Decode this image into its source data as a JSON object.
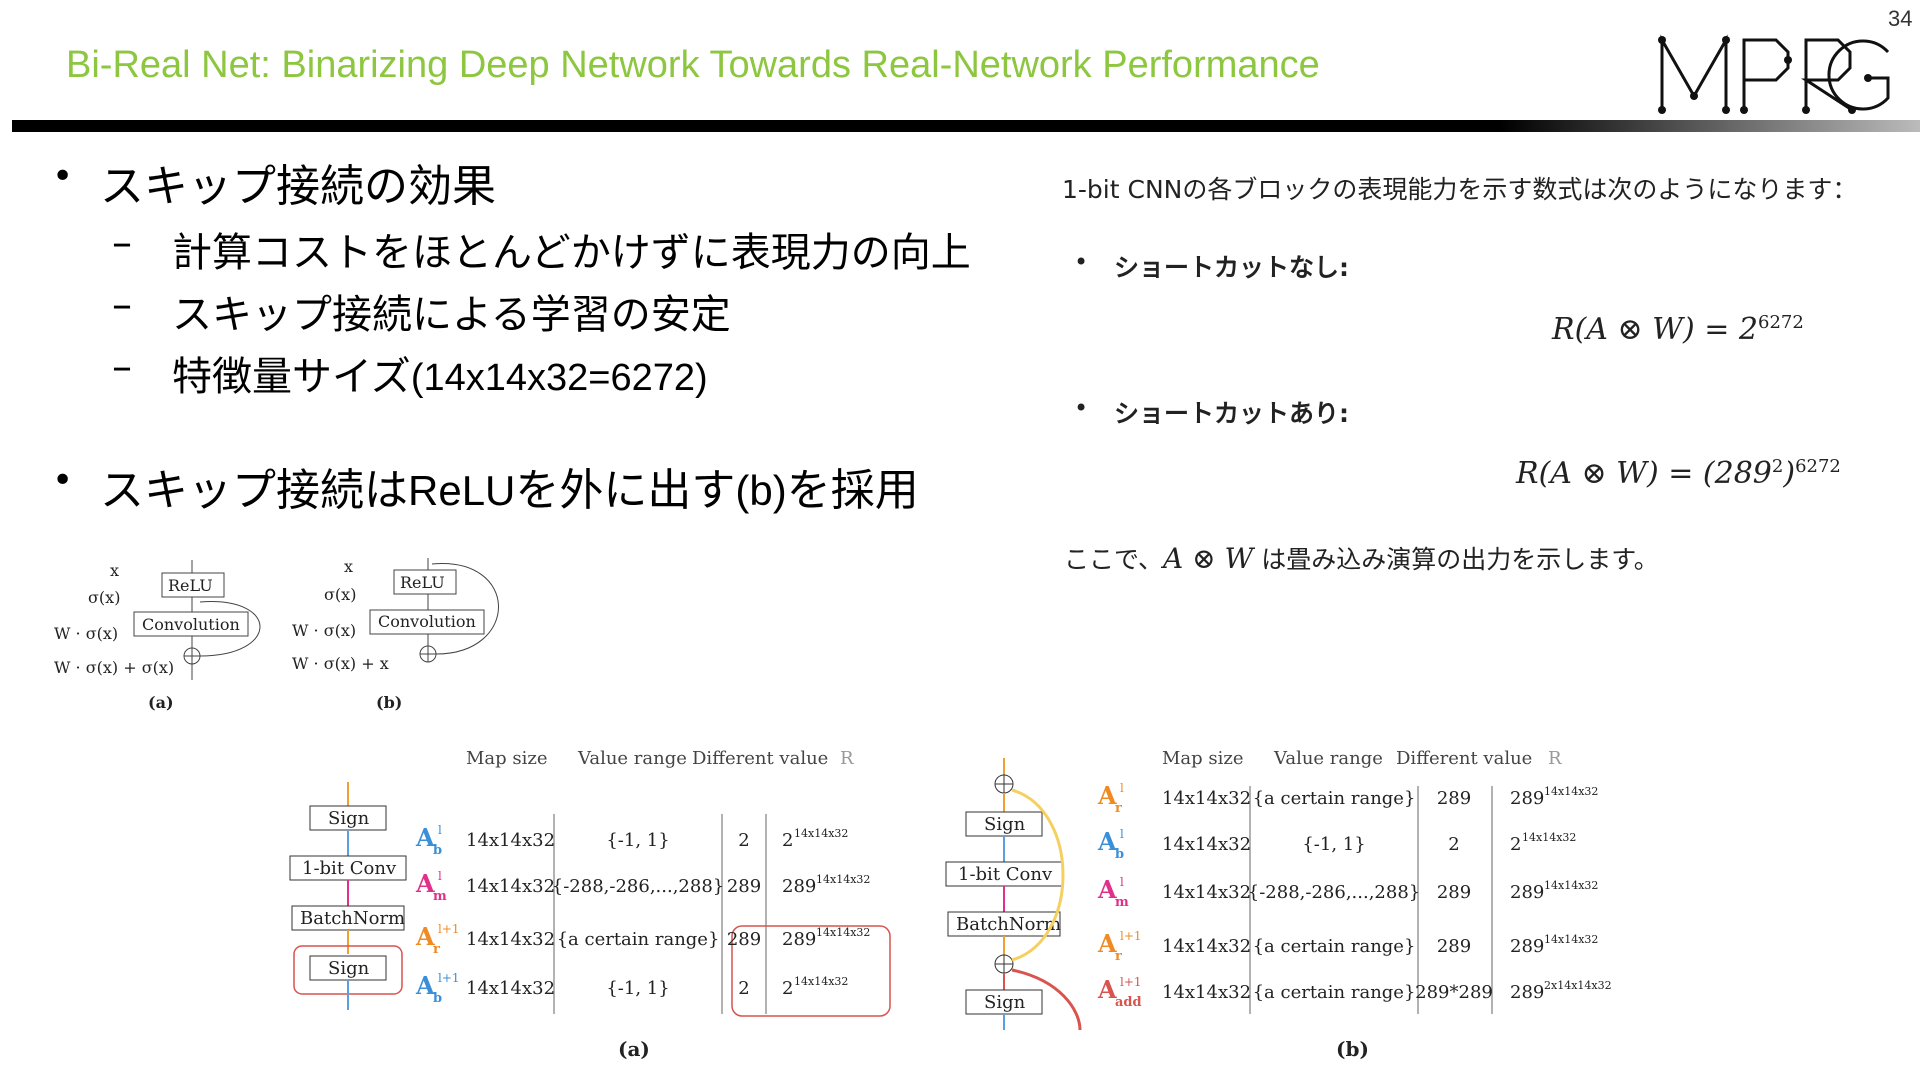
{
  "header": {
    "title": "Bi-Real Net: Binarizing Deep Network Towards Real-Network Performance",
    "page_number": "34",
    "logo_text": "MPRG"
  },
  "left": {
    "bullet1": "スキップ接続の効果",
    "sub1": "計算コストをほとんどかけずに表現力の向上",
    "sub2": "スキップ接続による学習の安定",
    "sub3_jp": "特徴量サイズ",
    "sub3_num": "(14x14x32=6272)",
    "bullet2_a": "スキップ接続は",
    "bullet2_b": "ReLU",
    "bullet2_c": "を外に出す",
    "bullet2_d": "(b)",
    "bullet2_e": "を採用"
  },
  "dash": "–",
  "bullet_mark": "•",
  "small_figs": {
    "x": "x",
    "relu": "ReLU",
    "sigma": "σ(x)",
    "conv": "Convolution",
    "w_sigma": "W · σ(x)",
    "a_out": "W · σ(x) + σ(x)",
    "b_out": "W · σ(x) + x",
    "a_label": "(a)",
    "b_label": "(b)"
  },
  "right": {
    "intro": "1-bit CNNの各ブロックの表現能力を示す数式は次のようになります：",
    "no_shortcut": "ショートカットなし:",
    "formula1": "R(A ⊗ W) = 2",
    "formula1_exp": "6272",
    "with_shortcut": "ショートカットあり:",
    "formula2": "R(A ⊗ W) = (289",
    "formula2_mid": "2",
    "formula2_close": ")",
    "formula2_exp": "6272",
    "note_a": "ここで、",
    "note_math": "A ⊗ W",
    "note_b": "は畳み込み演算の出力を示します。"
  },
  "blocks": {
    "sign": "Sign",
    "conv": "1-bit Conv",
    "bn": "BatchNorm",
    "headers": [
      "Map size",
      "Value range",
      "Different value",
      "R"
    ],
    "table_a": {
      "labels": [
        "A",
        "A",
        "A",
        "A"
      ],
      "subs": [
        "b",
        "m",
        "r",
        "b"
      ],
      "sups": [
        "l",
        "l",
        "l+1",
        "l+1"
      ],
      "map": [
        "14x14x32",
        "14x14x32",
        "14x14x32",
        "14x14x32"
      ],
      "range": [
        "{-1, 1}",
        "{-288,-286,...,288}",
        "{a certain range}",
        "{-1, 1}"
      ],
      "diff": [
        "2",
        "289",
        "289",
        "2"
      ],
      "r_base": [
        "2",
        "289",
        "289",
        "2"
      ],
      "r_exp": [
        "14x14x32",
        "14x14x32",
        "14x14x32",
        "14x14x32"
      ],
      "label": "(a)"
    },
    "table_b": {
      "labels": [
        "A",
        "A",
        "A",
        "A",
        "A"
      ],
      "subs": [
        "r",
        "b",
        "m",
        "r",
        "add"
      ],
      "sups": [
        "l",
        "l",
        "l",
        "l+1",
        "l+1"
      ],
      "map": [
        "14x14x32",
        "14x14x32",
        "14x14x32",
        "14x14x32",
        "14x14x32"
      ],
      "range": [
        "{a certain range}",
        "{-1, 1}",
        "{-288,-286,...,288}",
        "{a certain range}",
        "{a certain range}"
      ],
      "diff": [
        "289",
        "2",
        "289",
        "289",
        "289*289"
      ],
      "r_base": [
        "289",
        "2",
        "289",
        "289",
        "289"
      ],
      "r_exp": [
        "14x14x32",
        "14x14x32",
        "14x14x32",
        "14x14x32",
        "2x14x14x32"
      ],
      "label": "(b)"
    }
  },
  "colors": {
    "title_green": "#8dc63f",
    "highlight_red": "#d9534f",
    "arrow_orange": "#f0a030",
    "arrow_blue": "#5aa0e0",
    "label_pink": "#e0308a",
    "label_orange": "#f08a24",
    "label_blue": "#3a8fd8"
  }
}
